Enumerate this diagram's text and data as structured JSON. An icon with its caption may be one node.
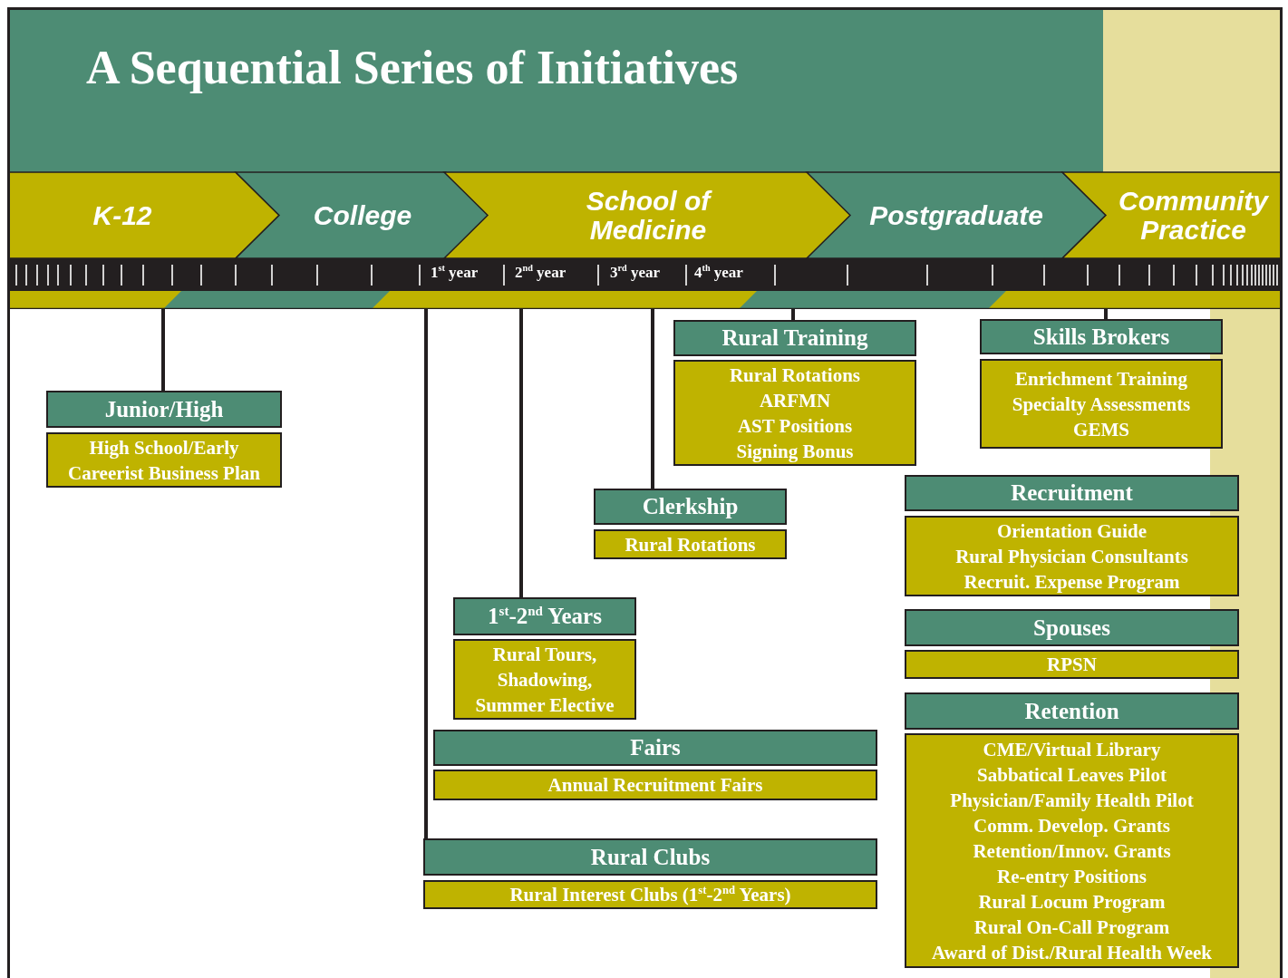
{
  "diagram": {
    "title": "A Sequential Series of Initiatives",
    "nodes": [
      {
        "text": [
          "K-12"
        ]
      },
      {
        "text": [
          "College"
        ]
      },
      {
        "text": [
          "School of Medicine"
        ]
      },
      {
        "text": [
          "Postgraduate"
        ]
      },
      {
        "text": [
          "Community Practice"
        ]
      },
      {
        "text": [],
        "shape": "bar"
      },
      {
        "text": [
          "Rural Training"
        ]
      },
      {
        "text": [
          "Rural Rotations",
          "ARFMN",
          "AST Positions",
          "Signing Bonus"
        ]
      },
      {
        "text": [
          "Skills Brokers"
        ]
      },
      {
        "text": [
          "Enrichment Training",
          "Specialty Assessments",
          "GEMS"
        ]
      },
      {
        "text": [
          "Junior/High"
        ]
      },
      {
        "text": [
          "High School/Early Careerist Business Plan"
        ]
      },
      {
        "text": [
          "Clerkship"
        ]
      },
      {
        "text": [
          "Rural Rotations"
        ]
      },
      {
        "text": [
          "Recruitment"
        ]
      },
      {
        "text": [
          "Orientation Guide",
          "Rural Physician Consultants",
          "Recruit. Expense Program"
        ]
      },
      {
        "text": [
          "1$^{st}$-2$^{nd}$ Years"
        ]
      },
      {
        "text": [
          "Rural Tours, Shadowing, Summer Elective"
        ]
      },
      {
        "text": [
          "Spouses"
        ]
      },
      {
        "text": [
          "RPSN"
        ]
      },
      {
        "text": [
          "Retention"
        ]
      },
      {
        "text": [
          "CME/Virtual Library",
          "Sabbatical Leaves Pilot",
          "Physician/Family Health Pilot",
          "Comm. Develop. Grants",
          "Retention/Innov. Grants",
          "Re-entry Positions",
          "Rural Locum Program",
          "Rural On-Call Program",
          "Award of Dist./Rural Health Week"
        ]
      },
      {
        "text": [
          "Fairs"
        ]
      },
      {
        "text": [
          "Annual Recruitment Fairs"
        ]
      },
      {
        "text": [
          "Rural Clubs"
        ]
      },
      {
        "text": [
          "Rural Interest Clubs (1$^{st}$-2$^{nd}$ Years)"
        ]
      }
    ],
    "edges": [
      {
        "from": 5,
        "to": 10,
        "arrow": "none"
      },
      {
        "from": 5,
        "to": 24,
        "arrow": "none"
      },
      {
        "from": 5,
        "to": 16,
        "arrow": "none"
      },
      {
        "from": 5,
        "to": 12,
        "arrow": "none"
      },
      {
        "from": 5,
        "to": 6,
        "arrow": "none"
      },
      {
        "from": 5,
        "to": 8,
        "arrow": "none"
      }
    ],
    "labels": [
      "1$^{st}$ year",
      "2$^{nd}$ year",
      "3$^{rd}$ year",
      "4$^{th}$ year"
    ]
  }
}
